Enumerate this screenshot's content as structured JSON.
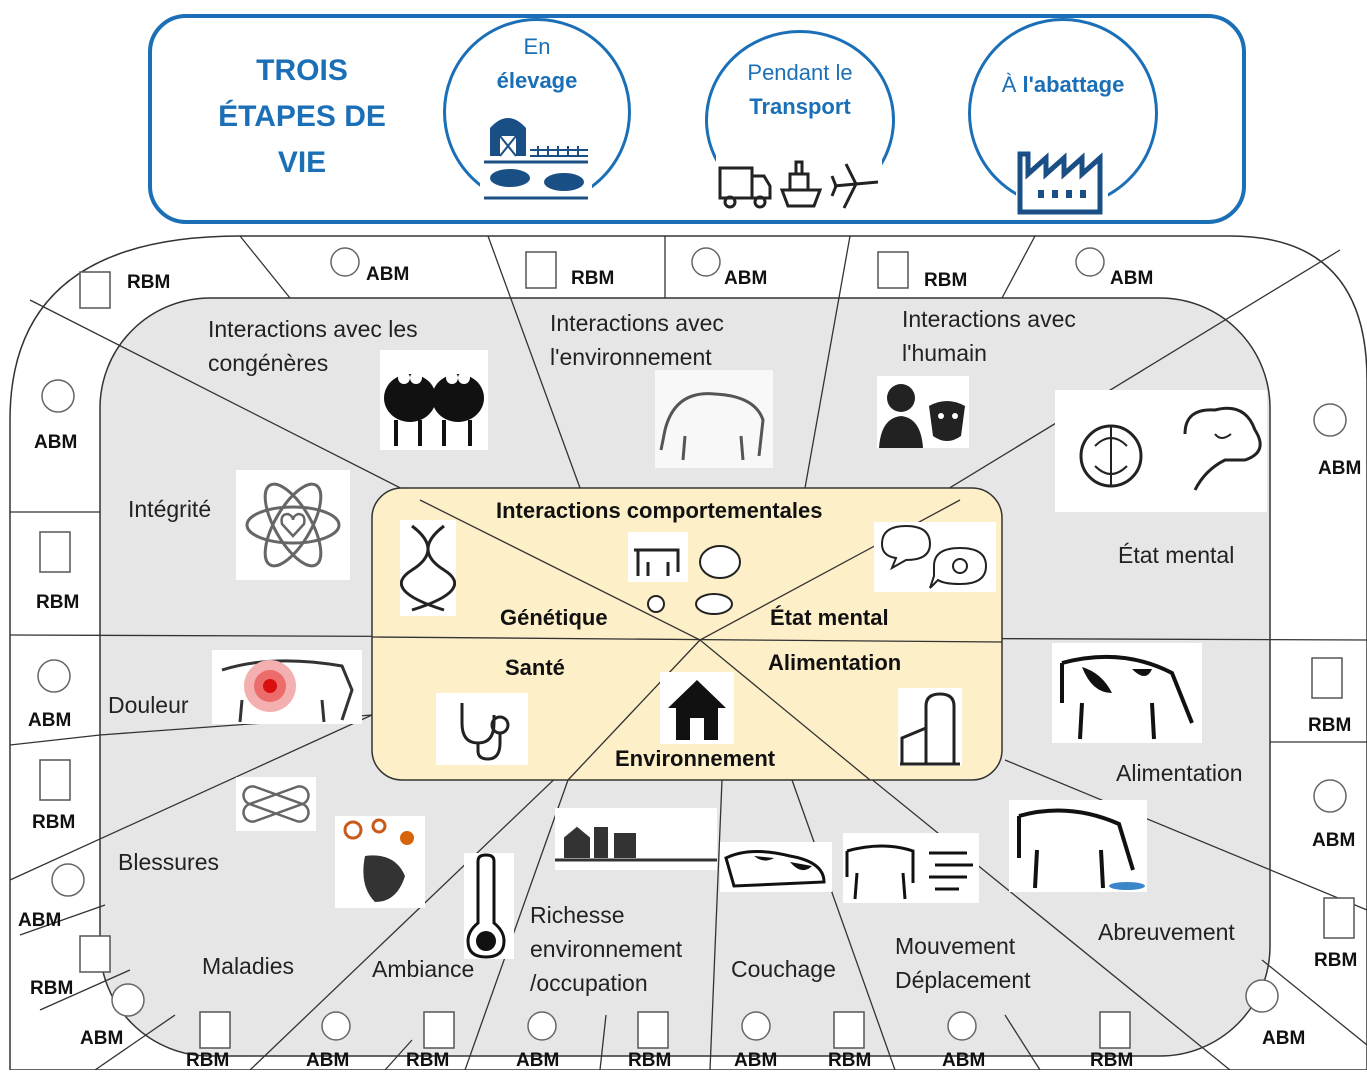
{
  "header": {
    "title_lines": [
      "TROIS",
      "ÉTAPES DE",
      "VIE"
    ],
    "stages": [
      {
        "pre": "En",
        "bold": "élevage"
      },
      {
        "pre": "Pendant le",
        "bold": "Transport"
      },
      {
        "pre": "À ",
        "bold": "l'abattage"
      }
    ]
  },
  "center": {
    "title": "Interactions comportementales",
    "genetique": "Génétique",
    "etat_mental": "État mental",
    "sante": "Santé",
    "alimentation": "Alimentation",
    "environnement": "Environnement"
  },
  "categories": {
    "congeneres": [
      "Interactions avec les",
      "congénères"
    ],
    "environnement": [
      "Interactions avec",
      "l'environnement"
    ],
    "humain": [
      "Interactions avec",
      "l'humain"
    ],
    "integrite": "Intégrité",
    "etat_mental": "État mental",
    "douleur": "Douleur",
    "alimentation": "Alimentation",
    "blessures": "Blessures",
    "maladies": "Maladies",
    "ambiance": "Ambiance",
    "richesse": [
      "Richesse",
      "environnement",
      "/occupation"
    ],
    "couchage": "Couchage",
    "mouvement": [
      "Mouvement",
      "Déplacement"
    ],
    "abreuvement": "Abreuvement"
  },
  "tags": {
    "rbm": "RBM",
    "abm": "ABM"
  },
  "colors": {
    "blue": "#1a6fb6",
    "gray_zone": "#e6e6e6",
    "center": "#fdefc8",
    "line": "#333333"
  }
}
